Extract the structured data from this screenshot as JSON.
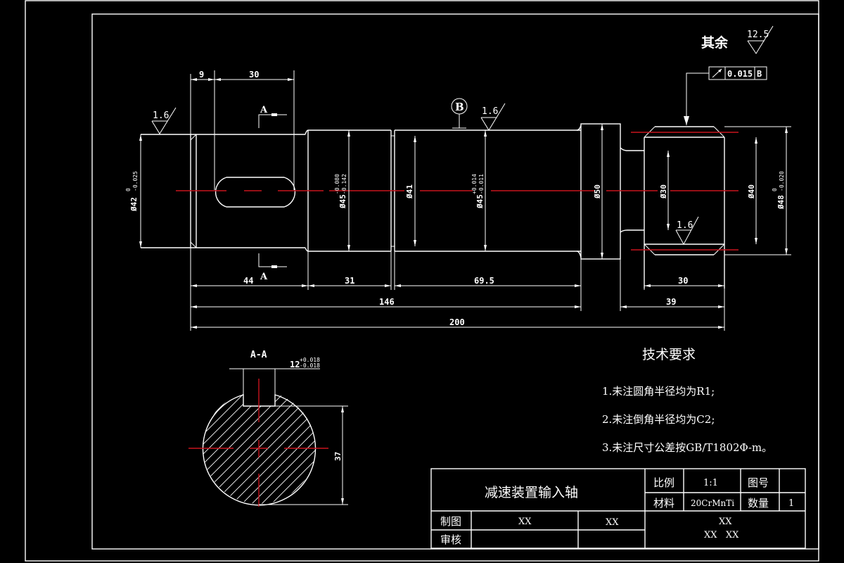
{
  "drawing": {
    "title": "减速装置输入轴",
    "general_roughness": {
      "label": "其余",
      "value": "12.5"
    },
    "geometric_tolerance": {
      "symbol": "circular-runout-arrow",
      "value": "0.015",
      "datum": "B"
    },
    "datum_label": "B",
    "section_label": "A",
    "section_view_title": "A-A"
  },
  "roughness_marks": [
    {
      "id": "left-end",
      "value": "1.6"
    },
    {
      "id": "middle",
      "value": "1.6"
    },
    {
      "id": "bore",
      "value": "1.6"
    }
  ],
  "dimensions": {
    "horizontal": {
      "chamfer_to_keyway": "9",
      "keyway_length": "30",
      "seg_44": "44",
      "seg_31": "31",
      "seg_69_5": "69.5",
      "seg_146": "146",
      "seg_30_right": "30",
      "seg_39": "39",
      "overall": "200"
    },
    "diameters": {
      "d42": {
        "base": "Ø42",
        "upper": "0",
        "lower": "-0.025"
      },
      "d45a": {
        "base": "Ø45",
        "upper": "-0.080",
        "lower": "-0.142"
      },
      "d41": {
        "base": "Ø41"
      },
      "d45b": {
        "base": "Ø45",
        "upper": "+0.014",
        "lower": "-0.011"
      },
      "d50": {
        "base": "Ø50"
      },
      "d30": {
        "base": "Ø30"
      },
      "d40": {
        "base": "Ø40"
      },
      "d48": {
        "base": "Ø48",
        "upper": "0",
        "lower": "-0.020"
      }
    },
    "section": {
      "key_width": {
        "base": "12",
        "upper": "+0.018",
        "lower": "-0.018"
      },
      "depth": "37"
    }
  },
  "technical_requirements": {
    "heading": "技术要求",
    "items": [
      "1.未注圆角半径均为R1;",
      "2.未注倒角半径均为C2;",
      "3.未注尺寸公差按GB/T1802Φ-m。"
    ]
  },
  "title_block": {
    "part_name": "减速装置输入轴",
    "scale_label": "比例",
    "scale_value": "1:1",
    "drawing_no_label": "图号",
    "drawing_no_value": "",
    "material_label": "材料",
    "material_value": "20CrMnTi",
    "quantity_label": "数量",
    "quantity_value": "1",
    "drawn_label": "制图",
    "drawn_name": "XX",
    "drawn_date": "XX",
    "checked_label": "审核",
    "checked_name": "",
    "checked_date": "",
    "org_line1": "XX",
    "org_line2": "XX   XX"
  },
  "colors": {
    "background": "#000000",
    "line": "#ffffff",
    "centerline": "#c8141e"
  }
}
